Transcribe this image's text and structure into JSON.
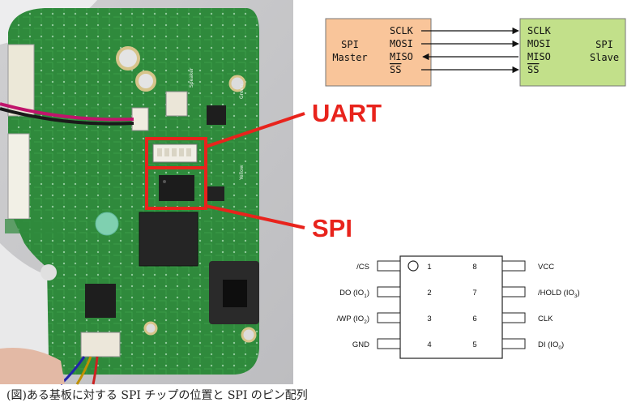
{
  "photo": {
    "callout_uart": "UART",
    "callout_spi": "SPI",
    "silkscreen_1": "Speaker",
    "silkscreen_2": "Green",
    "silkscreen_3": "Yellow"
  },
  "spi_diagram": {
    "master": {
      "line1": "SPI",
      "line2": "Master"
    },
    "slave": {
      "line1": "SPI",
      "line2": "Slave"
    },
    "master_pins": [
      "SCLK",
      "MOSI",
      "MISO",
      "SS"
    ],
    "slave_pins": [
      "SCLK",
      "MOSI",
      "MISO",
      "SS"
    ],
    "colors": {
      "master": "#f9c59a",
      "slave": "#c2e08a"
    }
  },
  "pinout": {
    "left": [
      {
        "num": "1",
        "name": "/CS"
      },
      {
        "num": "2",
        "name": "DO (IO",
        "sub": "1",
        "end": ")"
      },
      {
        "num": "3",
        "name": "/WP (IO",
        "sub": "2",
        "end": ")"
      },
      {
        "num": "4",
        "name": "GND"
      }
    ],
    "right": [
      {
        "num": "8",
        "name": "VCC"
      },
      {
        "num": "7",
        "name": "/HOLD (IO",
        "sub": "3",
        "end": ")"
      },
      {
        "num": "6",
        "name": "CLK"
      },
      {
        "num": "5",
        "name": "DI (IO",
        "sub": "0",
        "end": ")"
      }
    ]
  },
  "caption": "(図)ある基板に対する SPI チップの位置と SPI のピン配列",
  "colors": {
    "callout": "#e8231c",
    "pcb": "#2f8a3c"
  }
}
